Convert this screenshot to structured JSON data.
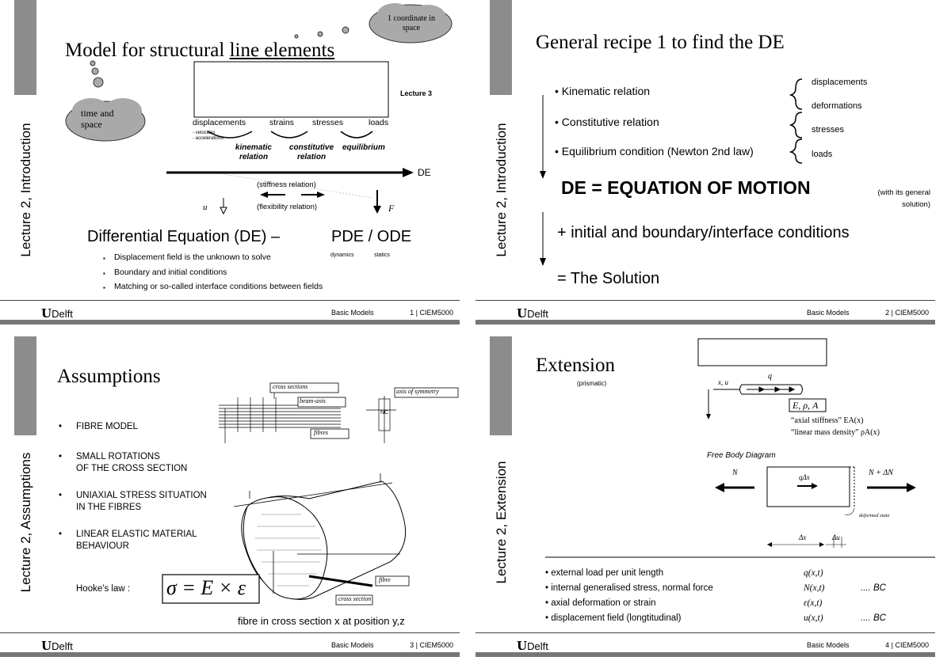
{
  "footer": {
    "brand_u": "U",
    "brand": "Delft",
    "model": "Basic Models",
    "course": "CIEM5000"
  },
  "slide1": {
    "page": "1 | CIEM5000",
    "sidebar": "Lecture 2, Introduction",
    "title_a": "Model for structural ",
    "title_b": "line elements",
    "cloud_right": "1 coordinate in space",
    "cloud_left": "time and space",
    "lecture3": "Lecture 3",
    "chain": [
      "displacements",
      "strains",
      "stresses",
      "loads"
    ],
    "subnote": "- velocities\n- accelerations",
    "relations": [
      "kinematic relation",
      "constitutive relation",
      "equilibrium"
    ],
    "de": "DE",
    "stiffness": "(stiffness relation)",
    "flexibility": "(flexibility relation)",
    "u": "u",
    "F": "F",
    "heading": "Differential Equation (DE) –",
    "pde": "PDE / ODE",
    "dynamics": "dynamics",
    "statics": "statics",
    "bullets": [
      "Displacement field is the unknown to solve",
      "Boundary and initial conditions",
      "Matching or so-called interface conditions between fields"
    ]
  },
  "slide2": {
    "page": "2 | CIEM5000",
    "sidebar": "Lecture 2, Introduction",
    "title": "General recipe 1 to find the DE",
    "items": [
      "• Kinematic relation",
      "• Constitutive relation",
      "• Equilibrium condition (Newton 2nd law)"
    ],
    "right": [
      "displacements",
      "deformations",
      "stresses",
      "loads"
    ],
    "big": "DE = EQUATION OF MOTION",
    "note": "(with its general solution)",
    "plus": "+ initial and boundary/interface conditions",
    "solution": "= The Solution"
  },
  "slide3": {
    "page": "3 | CIEM5000",
    "sidebar": "Lecture 2, Assumptions",
    "title": "Assumptions",
    "bullets": [
      "FIBRE MODEL",
      "SMALL ROTATIONS\nOF THE CROSS SECTION",
      "UNIAXIAL STRESS SITUATION\nIN THE FIBRES",
      "LINEAR ELASTIC MATERIAL\nBEHAVIOUR"
    ],
    "hooke": "Hooke's law :",
    "formula": "σ = E × ε",
    "caption": "fibre in cross section x at position y,z",
    "labels": [
      "cross sections",
      "beam-axis",
      "axis of symmetry",
      "fibres",
      "fibre",
      "cross section",
      "NC"
    ]
  },
  "slide4": {
    "page": "4 | CIEM5000",
    "sidebar": "Lecture 2, Extension",
    "title": "Extension",
    "subtitle": "(prismatic)",
    "xu": "x, u",
    "q": "q",
    "props": "E, ρ, A",
    "stiff": "“axial stiffness” EA(x)",
    "density": "“linear mass density” ρA(x)",
    "fbd": "Free Body Diagram",
    "N": "N",
    "qdx": "qΔx",
    "NdN": "N + ΔN",
    "deformed": "deformed state",
    "dx": "Δx",
    "du": "Δu",
    "rows": [
      {
        "label": "• external load per unit length",
        "sym": "q(x,t)",
        "bc": ""
      },
      {
        "label": "• internal generalised stress, normal force",
        "sym": "N(x,t)",
        "bc": ".... BC"
      },
      {
        "label": "• axial deformation or strain",
        "sym": "ε(x,t)",
        "bc": ""
      },
      {
        "label": "• displacement field (longtitudinal)",
        "sym": "u(x,t)",
        "bc": ".... BC"
      }
    ]
  }
}
